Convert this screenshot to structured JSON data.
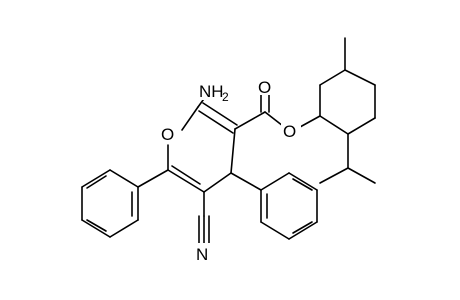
{
  "molecule": {
    "labels": {
      "amino": "NH",
      "amino_sub": "2",
      "ring_oxygen": "O",
      "carbonyl_oxygen": "O",
      "ester_oxygen": "O",
      "nitrile_nitrogen": "N"
    },
    "bond_color": "#000000",
    "background": "#ffffff"
  }
}
